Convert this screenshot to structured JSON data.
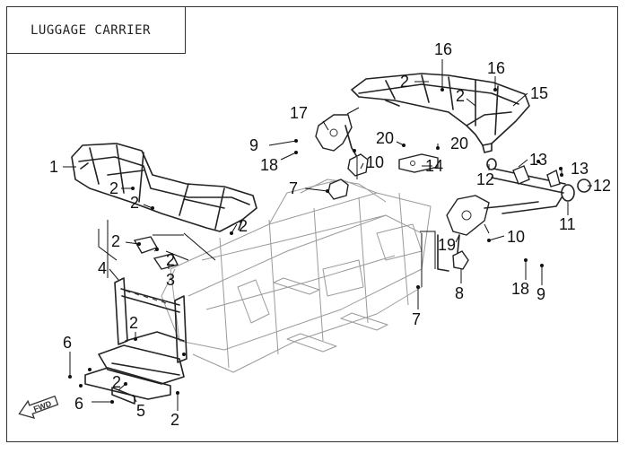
{
  "title": "LUGGAGE CARRIER",
  "logo_text": "FWD",
  "callouts": {
    "c16a": "16",
    "c16b": "16",
    "c15": "15",
    "c2_rr1": "2",
    "c2_rr2": "2",
    "c17": "17",
    "c9a": "9",
    "c18a": "18",
    "c20a": "20",
    "c20b": "20",
    "c10a": "10",
    "c14": "14",
    "c13a": "13",
    "c13b": "13",
    "c12a": "12",
    "c12b": "12",
    "c7a": "7",
    "c11": "11",
    "c1": "1",
    "c2_fr1": "2",
    "c2_fr2": "2",
    "c2_fr3": "2",
    "c2_fl1": "2",
    "c2_fl2": "2",
    "c3": "3",
    "c4": "4",
    "c19": "19",
    "c10b": "10",
    "c8": "8",
    "c18b": "18",
    "c9b": "9",
    "c7b": "7",
    "c2_mid": "2",
    "c6a": "6",
    "c6b": "6",
    "c2_bot1": "2",
    "c5": "5",
    "c2_bot2": "2"
  }
}
